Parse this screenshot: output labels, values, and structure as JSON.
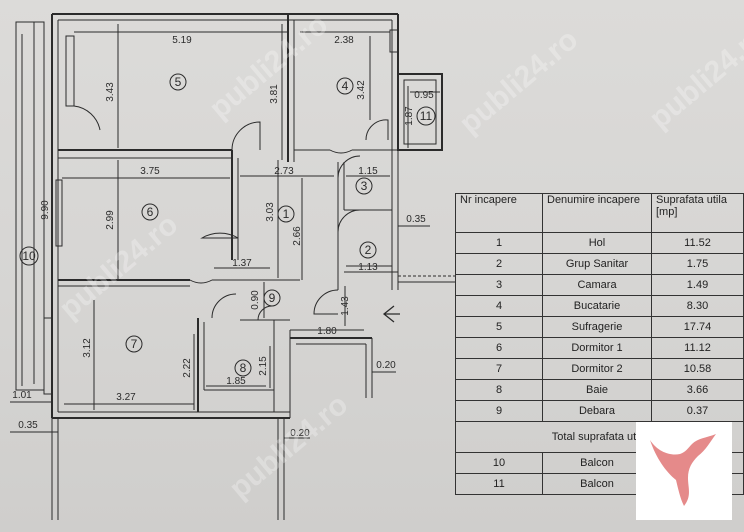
{
  "watermark": "publi24.ro",
  "colors": {
    "logo": "#e58a8a",
    "paper": "#d9d8d6",
    "ink": "#2b2b2b"
  },
  "plan": {
    "rooms": {
      "1": "1",
      "2": "2",
      "3": "3",
      "4": "4",
      "5": "5",
      "6": "6",
      "7": "7",
      "8": "8",
      "9": "9",
      "10": "10",
      "11": "11"
    },
    "dims": {
      "d519": "5.19",
      "d238": "2.38",
      "d343": "3.43",
      "d381": "3.81",
      "d342": "3.42",
      "d187": "1.87",
      "d095": "0.95",
      "d375": "3.75",
      "d299": "2.99",
      "d273": "2.73",
      "d303": "3.03",
      "d266": "2.66",
      "d115": "1.15",
      "d113": "1.13",
      "d137": "1.37",
      "d090": "0.90",
      "d180": "1.80",
      "d143": "1.43",
      "d312": "3.12",
      "d222": "2.22",
      "d327": "3.27",
      "d185": "1.85",
      "d215": "2.15",
      "d990": "9.90",
      "d101": "1.01",
      "d035a": "0.35",
      "d035b": "0.35",
      "d020a": "0.20",
      "d020b": "0.20"
    }
  },
  "table": {
    "headers": [
      "Nr incapere",
      "Denumire incapere",
      "Suprafata utila [mp]"
    ],
    "rows": [
      [
        "1",
        "Hol",
        "11.52"
      ],
      [
        "2",
        "Grup Sanitar",
        "1.75"
      ],
      [
        "3",
        "Camara",
        "1.49"
      ],
      [
        "4",
        "Bucatarie",
        "8.30"
      ],
      [
        "5",
        "Sufragerie",
        "17.74"
      ],
      [
        "6",
        "Dormitor 1",
        "11.12"
      ],
      [
        "7",
        "Dormitor 2",
        "10.58"
      ],
      [
        "8",
        "Baie",
        "3.66"
      ],
      [
        "9",
        "Debara",
        "0.37"
      ]
    ],
    "total_label": "Total suprafata utila",
    "balcony_rows": [
      [
        "10",
        "Balcon"
      ],
      [
        "11",
        "Balcon"
      ]
    ]
  }
}
